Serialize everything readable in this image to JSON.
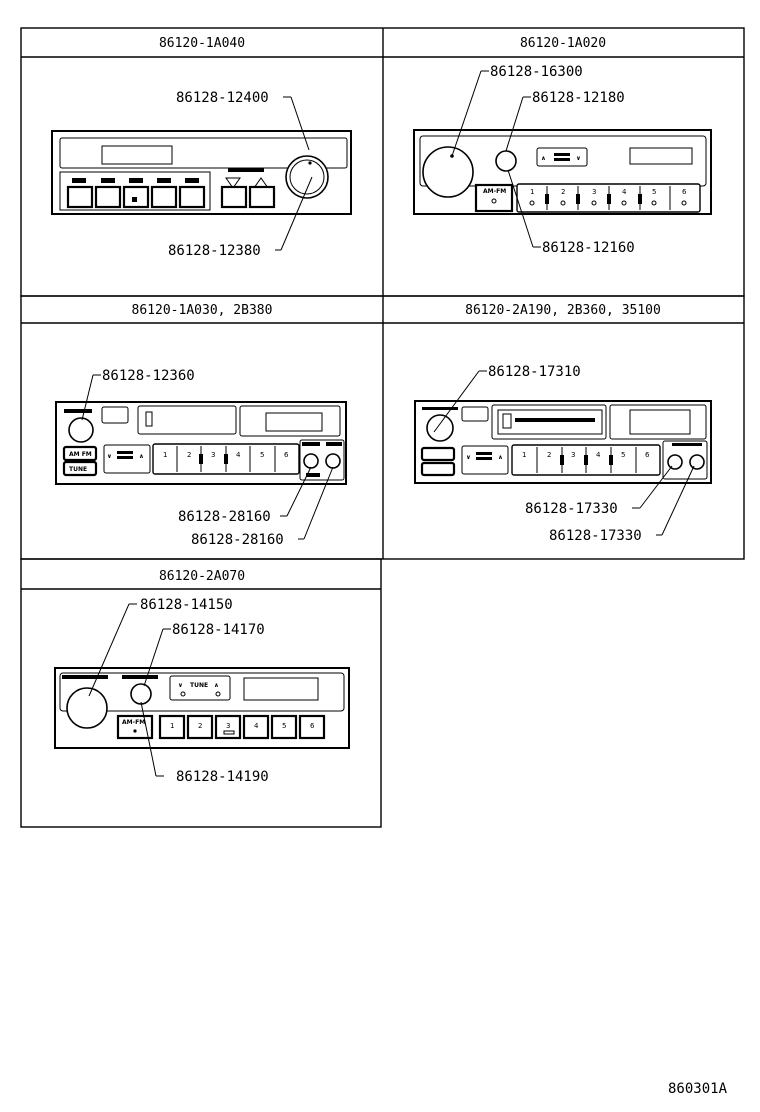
{
  "panels": [
    {
      "id": "p1",
      "title": "86120-1A040"
    },
    {
      "id": "p2",
      "title": "86120-1A020"
    },
    {
      "id": "p3",
      "title": "86120-1A030, 2B380"
    },
    {
      "id": "p4",
      "title": "86120-2A190, 2B360, 35100"
    },
    {
      "id": "p5",
      "title": "86120-2A070"
    }
  ],
  "callouts": {
    "p1_a": "86128-12400",
    "p1_b": "86128-12380",
    "p2_a": "86128-16300",
    "p2_b": "86128-12180",
    "p2_c": "86128-12160",
    "p3_a": "86128-12360",
    "p3_b": "86128-28160",
    "p3_c": "86128-28160",
    "p4_a": "86128-17310",
    "p4_b": "86128-17330",
    "p4_c": "86128-17330",
    "p5_a": "86128-14150",
    "p5_b": "86128-14170",
    "p5_c": "86128-14190"
  },
  "radio_text": {
    "am_fm": "AM-FM",
    "tune": "TUNE",
    "preset_numbers": [
      "1",
      "2",
      "3",
      "4",
      "5",
      "6"
    ]
  },
  "figure_code": "860301A"
}
